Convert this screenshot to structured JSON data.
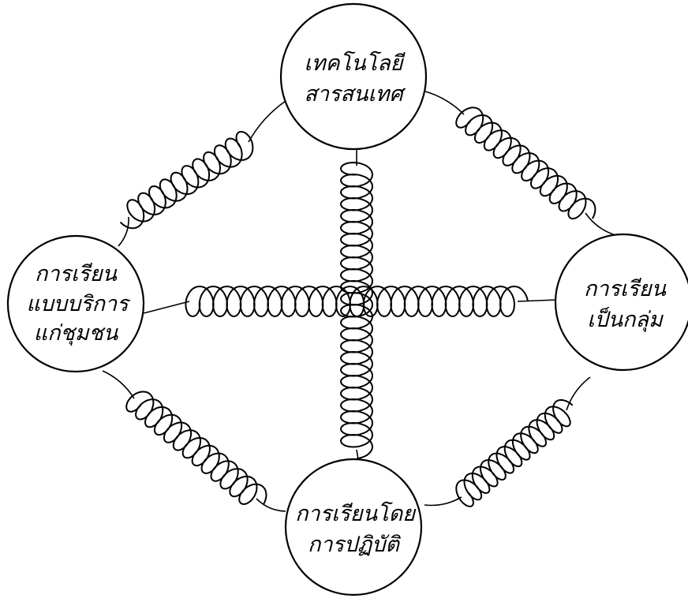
{
  "diagram": {
    "nodes": {
      "top": {
        "name": "it",
        "lines": [
          "เทคโนโลยี",
          "สารสนเทศ"
        ]
      },
      "left": {
        "name": "service-learning",
        "lines": [
          "การเรียน",
          "แบบบริการ",
          "แก่ชุมชน"
        ]
      },
      "right": {
        "name": "group-learning",
        "lines": [
          "การเรียน",
          "เป็นกลุ่ม"
        ]
      },
      "bottom": {
        "name": "practice-learning",
        "lines": [
          "การเรียนโดย",
          "การปฏิบัติ"
        ]
      }
    },
    "springs": [
      {
        "name": "spring-top-left",
        "from": "top",
        "to": "left"
      },
      {
        "name": "spring-top-right",
        "from": "top",
        "to": "right"
      },
      {
        "name": "spring-bottom-left",
        "from": "left",
        "to": "bottom"
      },
      {
        "name": "spring-bottom-right",
        "from": "right",
        "to": "bottom"
      },
      {
        "name": "spring-vertical",
        "from": "top",
        "to": "bottom"
      },
      {
        "name": "spring-horizontal",
        "from": "left",
        "to": "right"
      }
    ]
  }
}
